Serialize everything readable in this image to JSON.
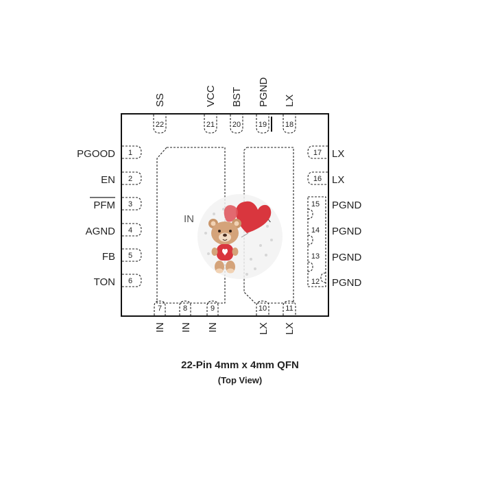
{
  "pins": [
    {
      "num": "1",
      "label": "PGOOD"
    },
    {
      "num": "2",
      "label": "EN"
    },
    {
      "num": "3",
      "label": "PFM"
    },
    {
      "num": "4",
      "label": "AGND"
    },
    {
      "num": "5",
      "label": "FB"
    },
    {
      "num": "6",
      "label": "TON"
    },
    {
      "num": "7",
      "label": "IN"
    },
    {
      "num": "8",
      "label": "IN"
    },
    {
      "num": "9",
      "label": "IN"
    },
    {
      "num": "10",
      "label": "LX"
    },
    {
      "num": "11",
      "label": "LX"
    },
    {
      "num": "12",
      "label": "PGND"
    },
    {
      "num": "13",
      "label": "PGND"
    },
    {
      "num": "14",
      "label": "PGND"
    },
    {
      "num": "15",
      "label": "PGND"
    },
    {
      "num": "16",
      "label": "LX"
    },
    {
      "num": "17",
      "label": "LX"
    },
    {
      "num": "18",
      "label": "LX"
    },
    {
      "num": "19",
      "label": "PGND"
    },
    {
      "num": "20",
      "label": "BST"
    },
    {
      "num": "21",
      "label": "VCC"
    },
    {
      "num": "22",
      "label": "SS"
    }
  ],
  "pads": {
    "left_label": "IN",
    "right_label": "LX"
  },
  "caption": {
    "title": "22-Pin 4mm x 4mm QFN",
    "subtitle": "(Top View)"
  }
}
